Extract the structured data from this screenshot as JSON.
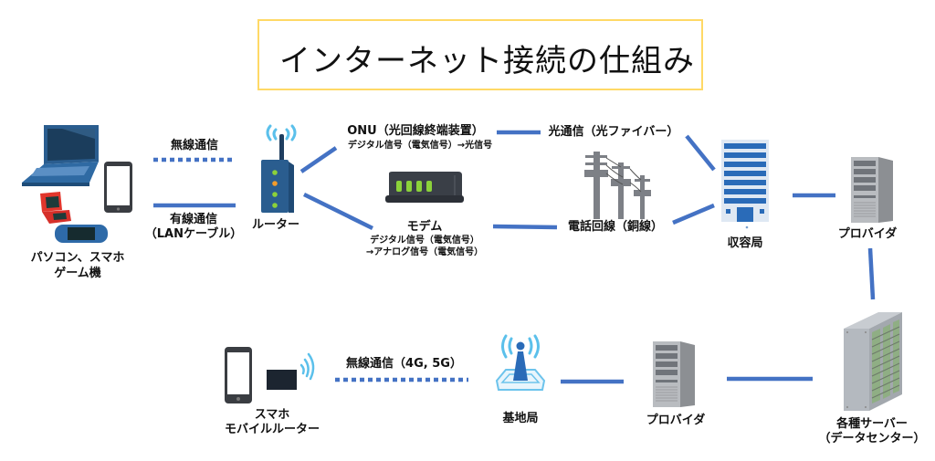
{
  "title": "インターネット接続の仕組み",
  "colors": {
    "line": "#4472c4",
    "title_border": "#ffd966",
    "wifi": "#5bc0eb",
    "device_blue": "#2a5d8f",
    "server_gray": "#8c8c8c",
    "modem_dark": "#3a3f47",
    "led_green": "#8bd13a"
  },
  "nodes": {
    "devices": {
      "line1": "パソコン、スマホ",
      "line2": "ゲーム機"
    },
    "router": {
      "label": "ルーター"
    },
    "onu": {
      "label": "ONU（光回線終端装置）",
      "desc": "デジタル信号（電気信号）→光信号"
    },
    "modem": {
      "label": "モデム",
      "desc1": "デジタル信号（電気信号）",
      "desc2": "→アナログ信号（電気信号）"
    },
    "telephone_line": {
      "label": "電話回線（銅線）"
    },
    "exchange": {
      "label": "収容局"
    },
    "provider_top": {
      "label": "プロバイダ"
    },
    "data_center": {
      "line1": "各種サーバー",
      "line2": "（データセンター）"
    },
    "mobile": {
      "line1": "スマホ",
      "line2": "モバイルルーター"
    },
    "base_station": {
      "label": "基地局"
    },
    "provider_bottom": {
      "label": "プロバイダ"
    }
  },
  "connections": {
    "wireless": {
      "label": "無線通信",
      "style": "dotted"
    },
    "wired": {
      "line1": "有線通信",
      "line2": "（LANケーブル）",
      "style": "solid"
    },
    "optical": {
      "label": "光通信（光ファイバー）",
      "style": "solid"
    },
    "mobile_wireless": {
      "label": "無線通信（4G, 5G）",
      "style": "dotted"
    }
  }
}
